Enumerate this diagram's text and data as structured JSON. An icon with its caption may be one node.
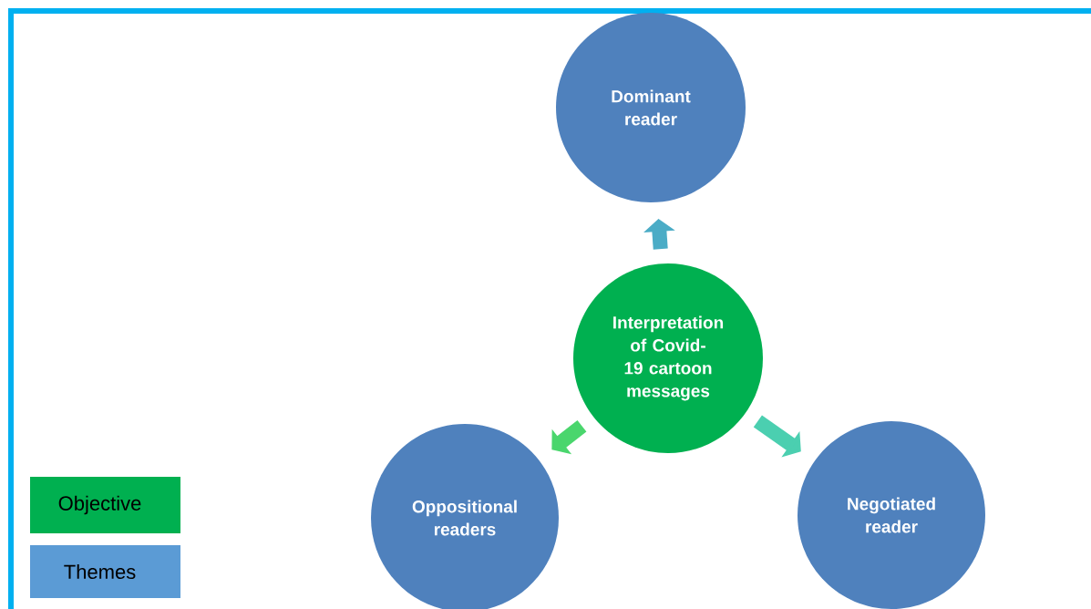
{
  "diagram": {
    "nodes": [
      {
        "text": [
          "Interpretation of Covid-19 cartoon messages"
        ]
      },
      {
        "text": [
          "Dominant reader"
        ]
      },
      {
        "text": [
          "Oppositional readers"
        ]
      },
      {
        "text": [
          "Negotiated reader"
        ]
      }
    ],
    "edges": [
      {
        "from": 0,
        "to": 1,
        "arrow": "to",
        "color": "#4bacc6"
      },
      {
        "from": 0,
        "to": 2,
        "arrow": "to",
        "color": "#4ad66d"
      },
      {
        "from": 0,
        "to": 3,
        "arrow": "to",
        "color": "#4bcfb0"
      }
    ],
    "legend": [
      {
        "text": "Objective",
        "color": "#00b050"
      },
      {
        "text": "Themes",
        "color": "#5b9bd5"
      }
    ]
  }
}
